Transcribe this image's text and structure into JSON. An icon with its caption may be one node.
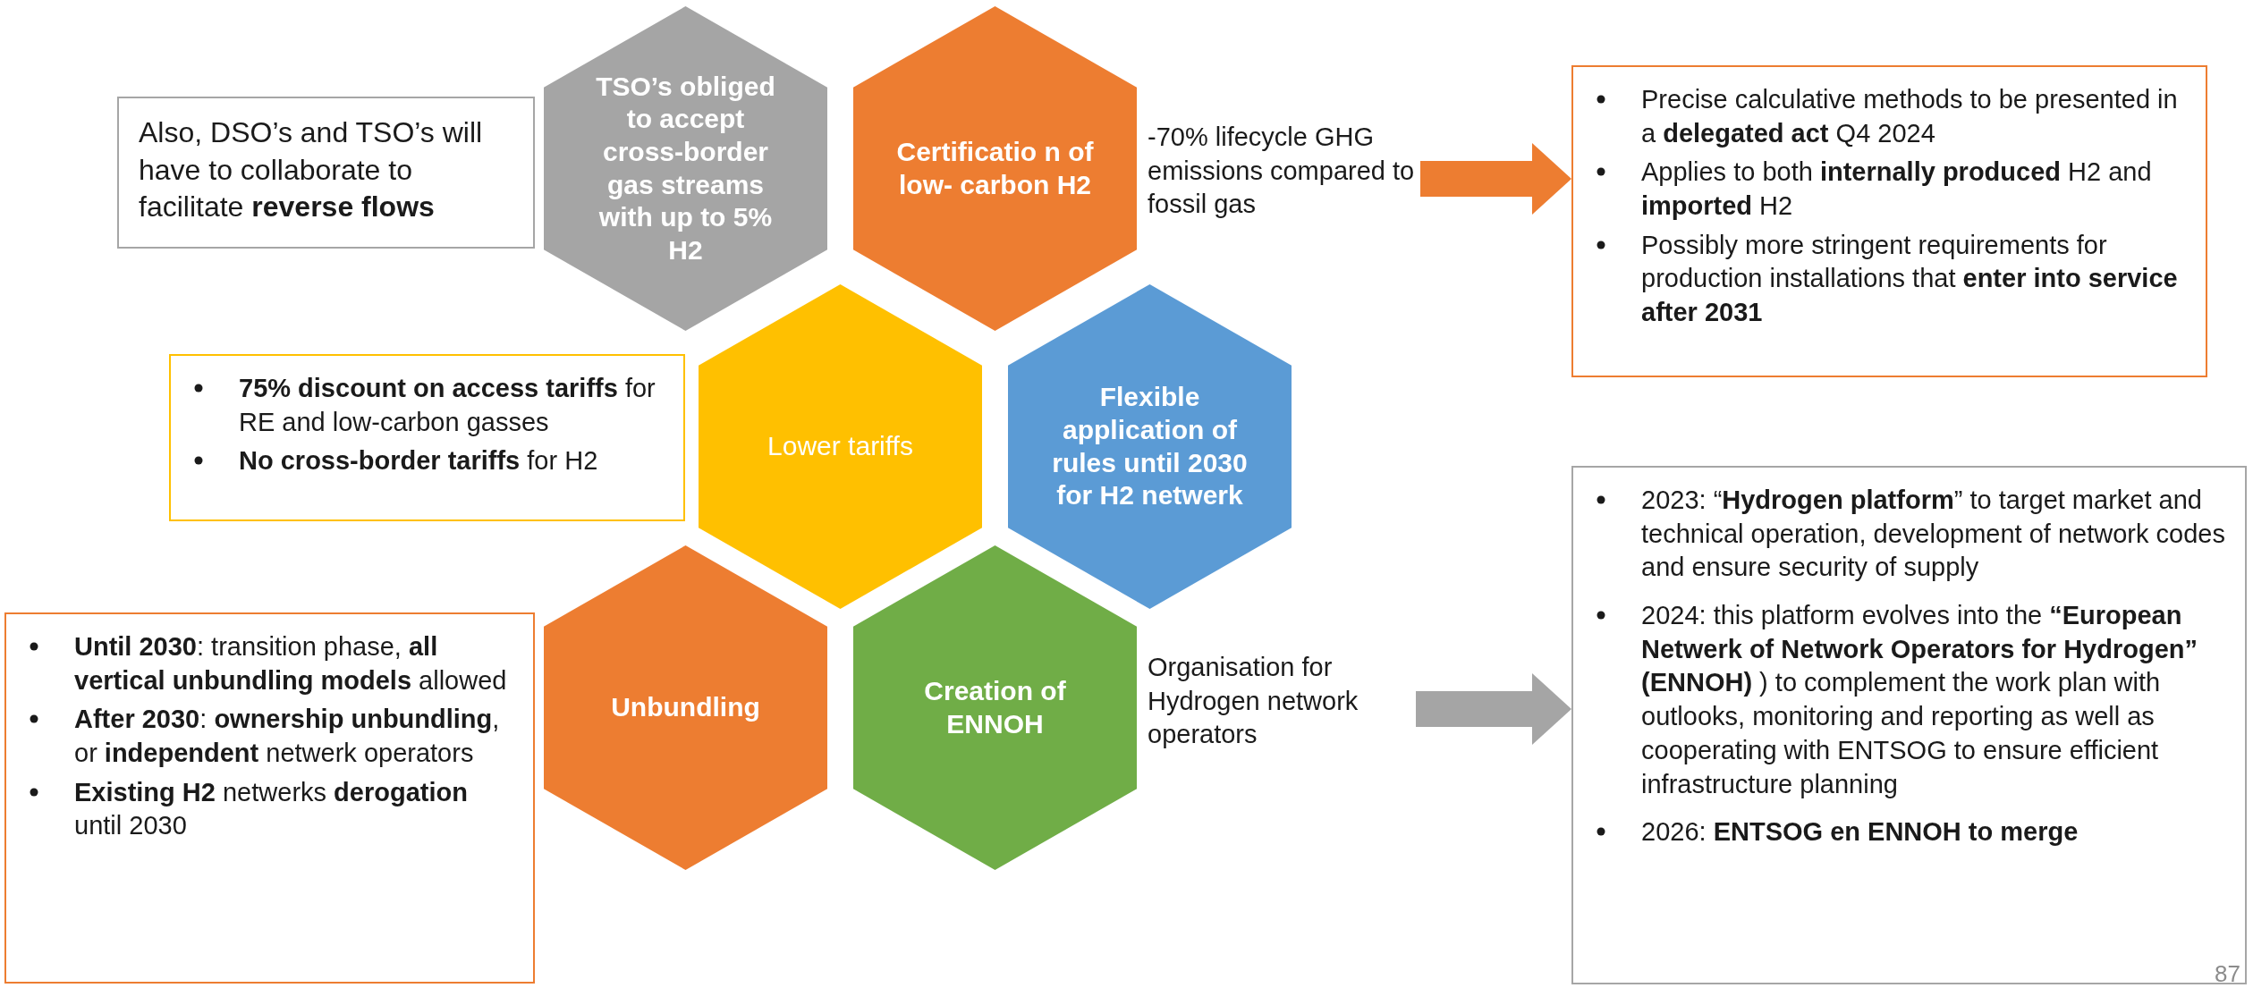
{
  "diagram": {
    "nodes": [
      {
        "text": [
          "Also, DSO’s and TSO’s will have to collaborate to facilitate **reverse flows**"
        ]
      },
      {
        "text": [
          "TSO’s obliged to accept cross-border gas streams with up to 5% H2"
        ]
      },
      {
        "text": [
          "Certificatio n of low- carbon H2"
        ]
      },
      {
        "text": [
          "-70% lifecycle GHG emissions compared to fossil gas"
        ]
      },
      {
        "text": [
          "Precise calculative methods to be presented in a **delegated act** Q4 2024",
          "Applies to both **internally produced** H2 and **imported** H2",
          "Possibly more stringent requirements for production installations that **enter into service after 2031**"
        ]
      },
      {
        "text": [
          "**75% discount on access tariffs** for RE and low-carbon gasses",
          "**No cross-border tariffs** for H2"
        ]
      },
      {
        "text": [
          "Lower tariffs"
        ]
      },
      {
        "text": [
          "Flexible application of rules until 2030 for H2 netwerk"
        ]
      },
      {
        "text": [
          "**Until 2030**: transition phase, **all vertical unbundling models** allowed",
          "**After 2030**: **ownership unbundling**, or **independent** netwerk operators",
          "**Existing H2** netwerks **derogation** until 2030"
        ]
      },
      {
        "text": [
          "Unbundling"
        ]
      },
      {
        "text": [
          "Creation of ENNOH"
        ]
      },
      {
        "text": [
          "Organisation for Hydrogen network operators"
        ]
      },
      {
        "text": [
          "2023: “**Hydrogen platform**” to target market and technical operation, development of network codes and ensure security of supply",
          "2024: this platform evolves into the **“European Netwerk of Network Operators for Hydrogen” (ENNOH)** ) to complement the work plan with outlooks, monitoring and reporting as well as cooperating with ENTSOG to ensure efficient infrastructure planning",
          "2026: **ENTSOG en ENNOH to merge**"
        ]
      }
    ],
    "edges": [
      {
        "from": 3,
        "to": 4,
        "arrow": "to",
        "color": "#ed7d31"
      },
      {
        "from": 11,
        "to": 12,
        "arrow": "to",
        "color": "#a5a5a5"
      }
    ],
    "labels": [
      "87"
    ]
  }
}
